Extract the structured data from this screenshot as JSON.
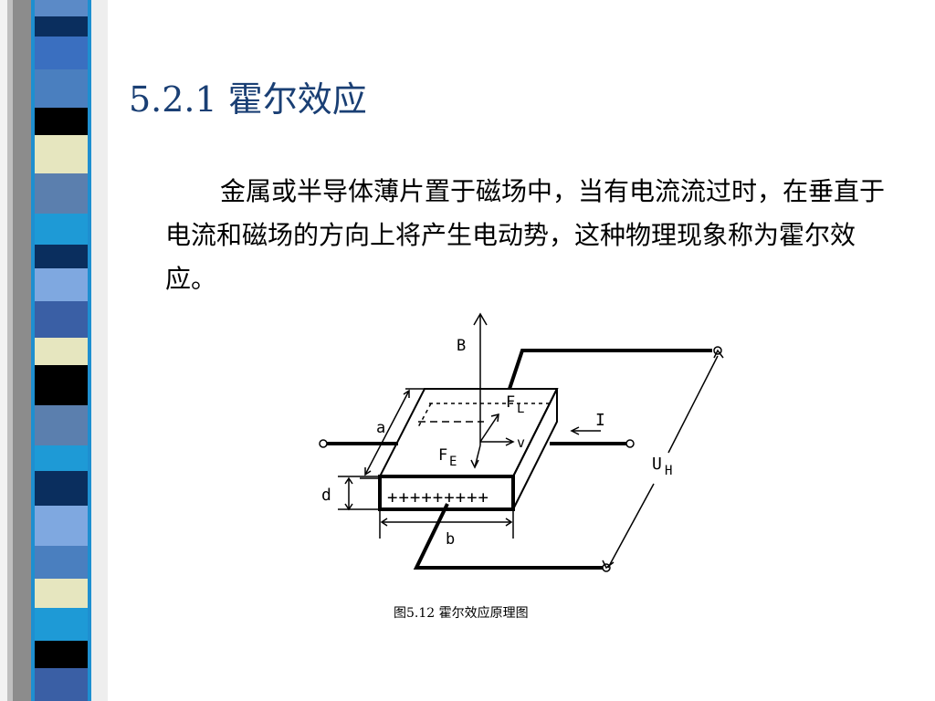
{
  "slide": {
    "title": "5.2.1  霍尔效应",
    "paragraph": "金属或半导体薄片置于磁场中，当有电流流过时，在垂直于电流和磁场的方向上将产生电动势，这种物理现象称为霍尔效应。",
    "caption": "图5.12  霍尔效应原理图"
  },
  "diagram": {
    "label_B": "B",
    "label_FL": "F",
    "label_FL_sub": "L",
    "label_FE": "F",
    "label_FE_sub": "E",
    "label_v": "v",
    "label_I": "I",
    "label_UH": "U",
    "label_UH_sub": "H",
    "label_a": "a",
    "label_b": "b",
    "label_d": "d",
    "charges": "+++++++++"
  },
  "colors": {
    "title": "#1a3f74",
    "strip_palette": [
      "#4a7fbf",
      "#0a2e5e",
      "#1e8fd0",
      "#e6e6bf",
      "#000000",
      "#7f9fd6",
      "#3a5fa5",
      "#5b9bd5"
    ]
  }
}
